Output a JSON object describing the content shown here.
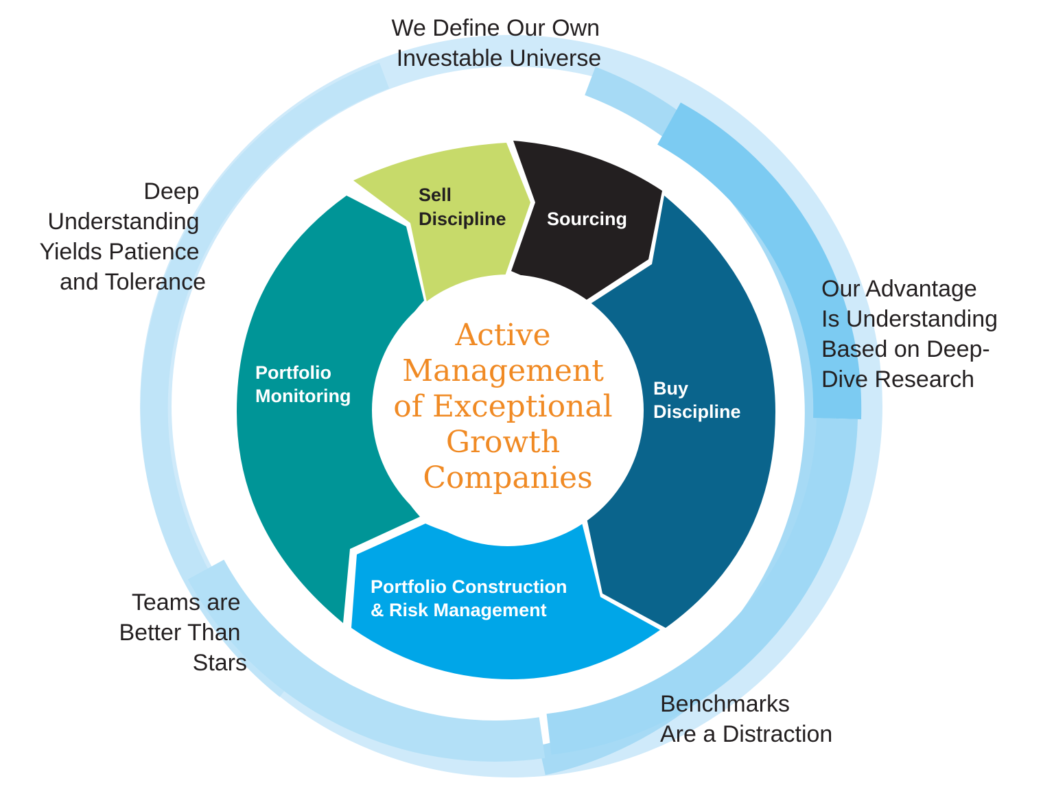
{
  "colors": {
    "ring_light": "#d6eefb",
    "ring_mid": "#a9dcf6",
    "ring_dark": "#6cc7f1",
    "sell_discipline": "#c7da6a",
    "sourcing": "#231f20",
    "buy_discipline": "#0a648c",
    "construction": "#00a6e8",
    "monitoring": "#009597",
    "center_text": "#f08a24",
    "text": "#231f20"
  },
  "outer_labels": {
    "top": [
      "We Define Our Own",
      "Investable Universe"
    ],
    "left": [
      "Deep",
      "Understanding",
      "Yields Patience",
      "and Tolerance"
    ],
    "right": [
      "Our Advantage",
      "Is Understanding",
      "Based on Deep-",
      "Dive Research"
    ],
    "bottom_left": [
      "Teams are",
      "Better Than",
      "Stars"
    ],
    "bottom_right": [
      "Benchmarks",
      "Are a Distraction"
    ]
  },
  "segments": {
    "sell_discipline": [
      "Sell",
      "Discipline"
    ],
    "sourcing": [
      "Sourcing"
    ],
    "buy_discipline": [
      "Buy",
      "Discipline"
    ],
    "construction": [
      "Portfolio Construction",
      "& Risk Management"
    ],
    "monitoring": [
      "Portfolio",
      "Monitoring"
    ]
  },
  "center": [
    "Active",
    "Management",
    "of Exceptional",
    "Growth",
    "Companies"
  ]
}
